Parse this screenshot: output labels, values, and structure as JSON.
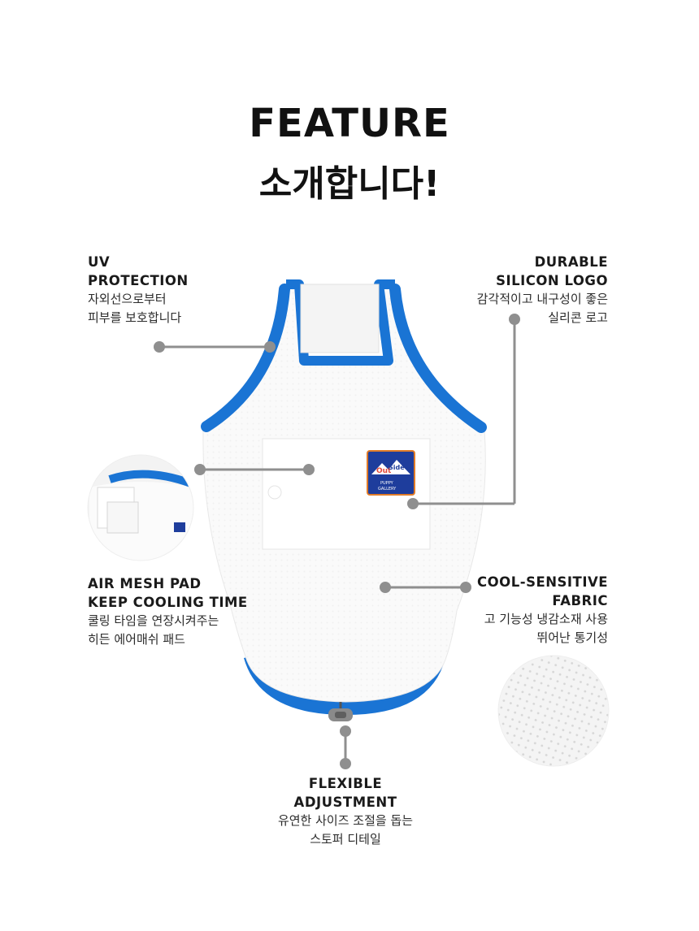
{
  "title": {
    "line1": "FEATURE",
    "line2": "소개합니다!"
  },
  "features": {
    "uv": {
      "h1": "UV",
      "h2": "PROTECTION",
      "d1": "자외선으로부터",
      "d2": "피부를 보호합니다"
    },
    "logo": {
      "h1": "DURABLE",
      "h2": "SILICON LOGO",
      "d1": "감각적이고 내구성이 좋은",
      "d2": "실리콘 로고"
    },
    "pad": {
      "h1": "AIR MESH PAD",
      "h2": "KEEP COOLING TIME",
      "d1": "쿨링  타임을 연장시켜주는",
      "d2": "히든 에어매쉬 패드"
    },
    "fabric": {
      "h1": "COOL-SENSITIVE",
      "h2": "FABRIC",
      "d1": "고 기능성 냉감소재 사용",
      "d2": "뛰어난 통기성"
    },
    "adjust": {
      "h1": "FLEXIBLE",
      "h2": "ADJUSTMENT",
      "d1": "유연한 사이즈 조절을 돕는",
      "d2": "스토퍼 디테일"
    }
  },
  "patch": {
    "text1": "Out",
    "text2": "Side+",
    "text3": "PUPPY",
    "text4": "GALLERY"
  },
  "colors": {
    "trim": "#1a74d4",
    "connector": "#8f8f8f",
    "shirt": "#fafafa"
  }
}
